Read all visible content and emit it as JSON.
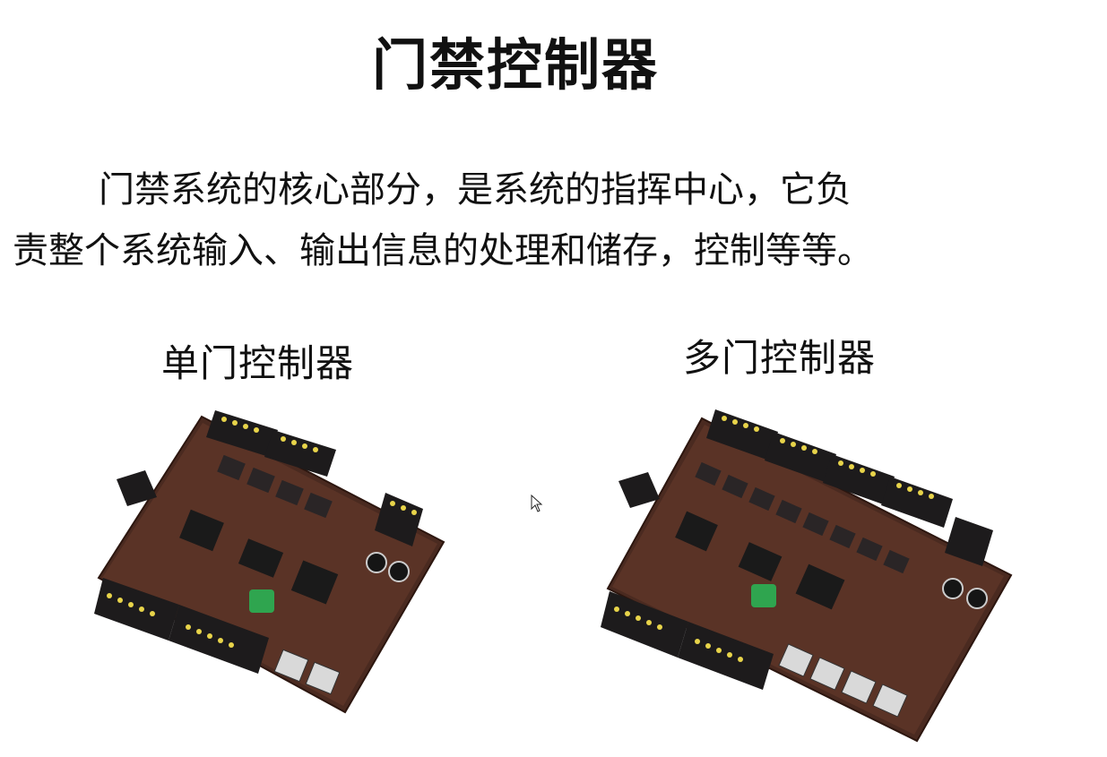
{
  "slide": {
    "title": "门禁控制器",
    "description_line1": "门禁系统的核心部分，是系统的指挥中心，它负",
    "description_line2": "责整个系统输入、输出信息的处理和储存，控制等等。",
    "caption_single": "单门控制器",
    "caption_multi": "多门控制器"
  },
  "colors": {
    "pcb": "#4a2a20",
    "connector": "#1d1b1c",
    "chip": "#1a1a1a",
    "battery": "#2fa54f",
    "background": "#ffffff"
  },
  "icons": {
    "cursor": "mouse-pointer-icon"
  }
}
